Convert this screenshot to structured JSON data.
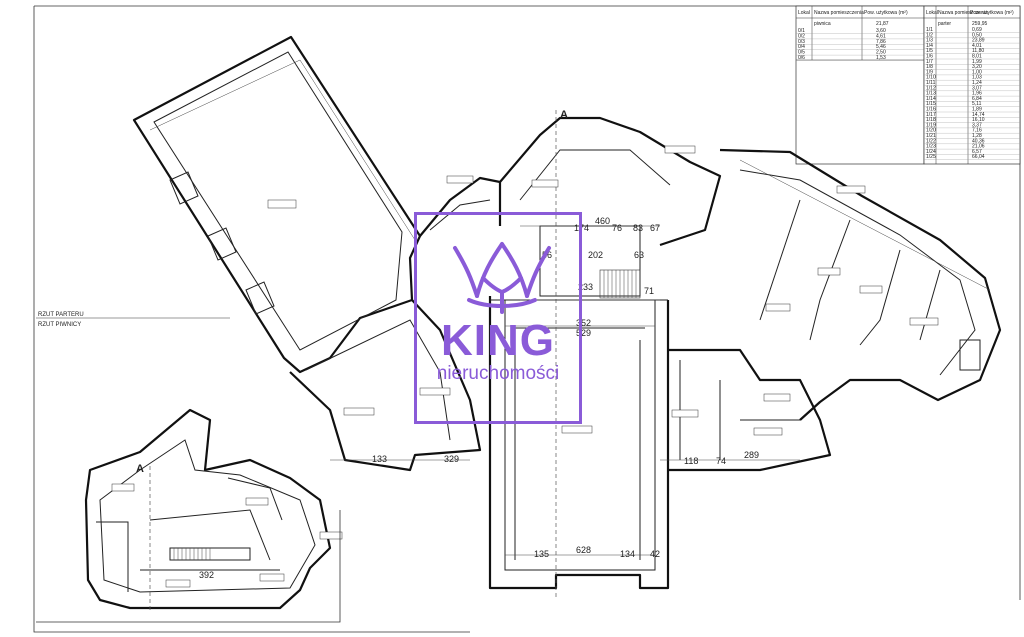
{
  "watermark": {
    "brand": "KING",
    "tagline": "nieruchomości",
    "color": "#8a5bd8",
    "icon": "crown-icon"
  },
  "floor_labels": {
    "ground": "RZUT PARTERU",
    "basement": "RZUT PIWNICY"
  },
  "section_marks": [
    "A",
    "A"
  ],
  "legend_left": {
    "headers": [
      "Lokal",
      "Nazwa pomieszczenia",
      "Pow. użytkowa (m²)"
    ],
    "group": "piwnica",
    "total": "21,87",
    "rows": [
      {
        "id": "0/1",
        "area": "3,60"
      },
      {
        "id": "0/2",
        "area": "4,61"
      },
      {
        "id": "0/3",
        "area": "7,86"
      },
      {
        "id": "0/4",
        "area": "5,46"
      },
      {
        "id": "0/5",
        "area": "2,50"
      },
      {
        "id": "0/6",
        "area": "1,53"
      }
    ]
  },
  "legend_right": {
    "headers": [
      "Lokal",
      "Nazwa pomieszczenia",
      "Pow. użytkowa (m²)"
    ],
    "group": "parter",
    "total": "259,95",
    "rows": [
      {
        "id": "1/1",
        "area": "0,69"
      },
      {
        "id": "1/2",
        "area": "0,50"
      },
      {
        "id": "1/3",
        "area": "23,89"
      },
      {
        "id": "1/4",
        "area": "4,01"
      },
      {
        "id": "1/5",
        "area": "11,80"
      },
      {
        "id": "1/6",
        "area": "8,01"
      },
      {
        "id": "1/7",
        "area": "1,99"
      },
      {
        "id": "1/8",
        "area": "3,20"
      },
      {
        "id": "1/9",
        "area": "1,00"
      },
      {
        "id": "1/10",
        "area": "1,03"
      },
      {
        "id": "1/11",
        "area": "1,24"
      },
      {
        "id": "1/12",
        "area": "3,07"
      },
      {
        "id": "1/13",
        "area": "1,96"
      },
      {
        "id": "1/14",
        "area": "6,84"
      },
      {
        "id": "1/15",
        "area": "5,11"
      },
      {
        "id": "1/16",
        "area": "1,89"
      },
      {
        "id": "1/17",
        "area": "14,74"
      },
      {
        "id": "1/18",
        "area": "16,10"
      },
      {
        "id": "1/19",
        "area": "3,37"
      },
      {
        "id": "1/20",
        "area": "7,16"
      },
      {
        "id": "1/21",
        "area": "1,28"
      },
      {
        "id": "1/22",
        "area": "40,36"
      },
      {
        "id": "1/23",
        "area": "21,06"
      },
      {
        "id": "1/24",
        "area": "6,57"
      },
      {
        "id": "1/25",
        "area": "66,04"
      }
    ]
  },
  "dimensions": {
    "d460": "460",
    "d174": "174",
    "d76": "76",
    "d83": "83",
    "d67": "67",
    "d56": "56",
    "d202": "202",
    "d63": "63",
    "d233": "233",
    "d71": "71",
    "d352": "352",
    "d529": "529",
    "d628": "628",
    "d133": "133",
    "d329": "329",
    "d135": "135",
    "d134": "134",
    "d289": "289",
    "d74": "74",
    "d118": "118",
    "d392": "392",
    "d42": "42"
  },
  "colors": {
    "ink": "#111111",
    "paper": "#ffffff",
    "accent": "#8a5bd8"
  }
}
